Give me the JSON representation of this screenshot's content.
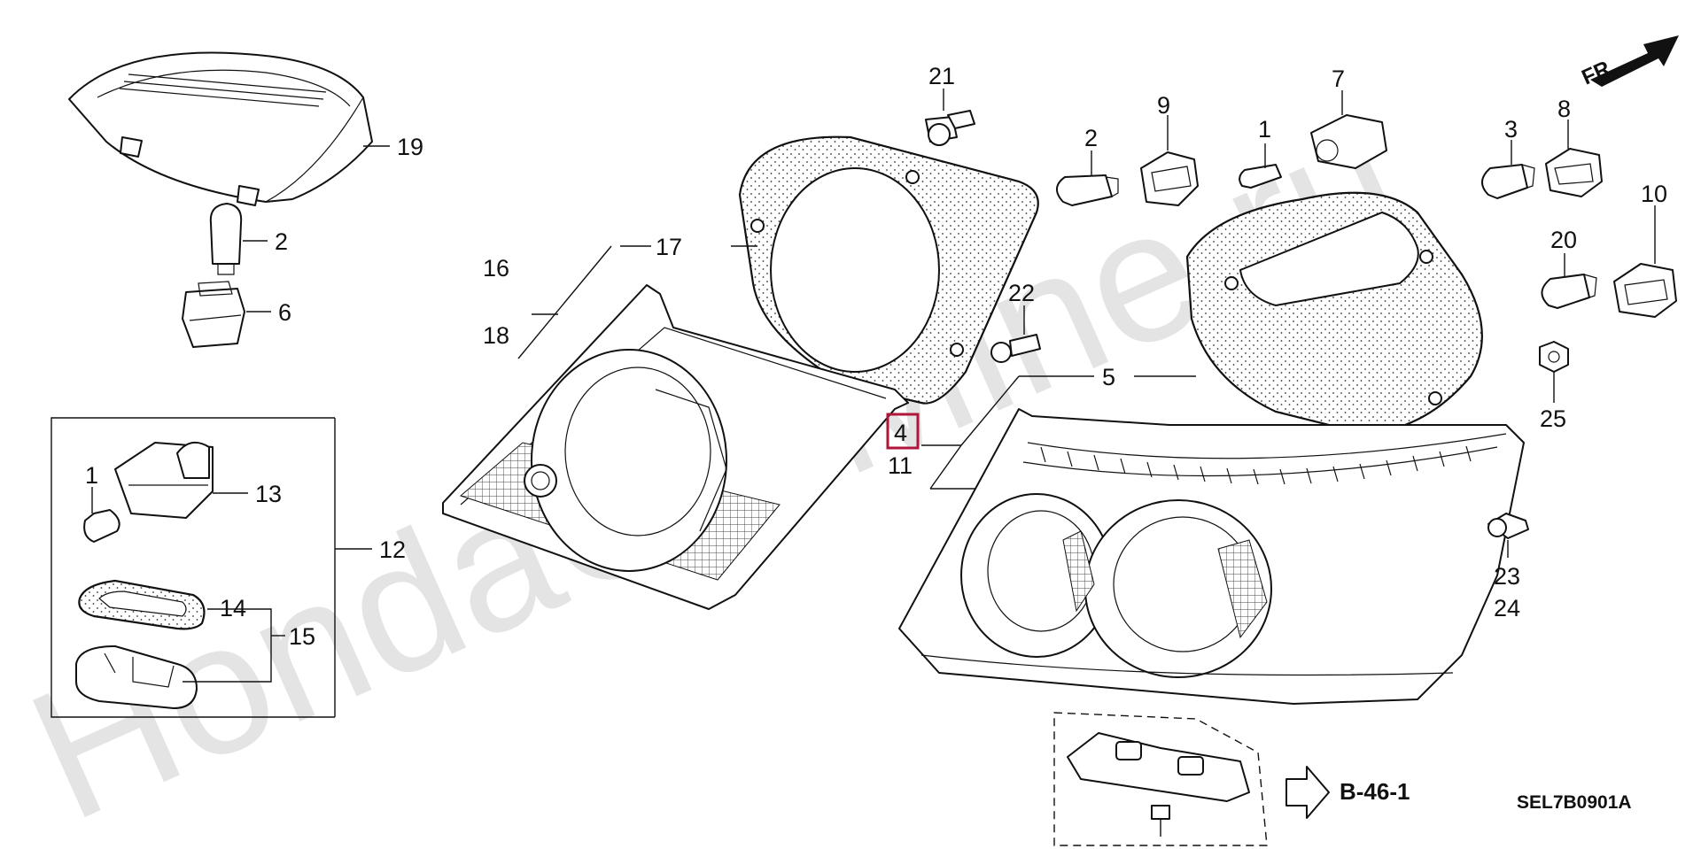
{
  "watermark": "HondaCarMine.ru",
  "orientation_label": "FR.",
  "reference_label": "B-46-1",
  "diagram_code": "SEL7B0901A",
  "highlight_color": "#b0163a",
  "callouts": {
    "c19": "19",
    "c2_left": "2",
    "c6": "6",
    "c13": "13",
    "c1_left": "1",
    "c12": "12",
    "c14": "14",
    "c15": "15",
    "c17": "17",
    "c16": "16",
    "c18": "18",
    "c4": "4",
    "c11": "11",
    "c21": "21",
    "c22": "22",
    "c2_right": "2",
    "c9": "9",
    "c1_right": "1",
    "c7": "7",
    "c5": "5",
    "c3": "3",
    "c8": "8",
    "c10": "10",
    "c20": "20",
    "c25": "25",
    "c23": "23",
    "c24": "24"
  }
}
